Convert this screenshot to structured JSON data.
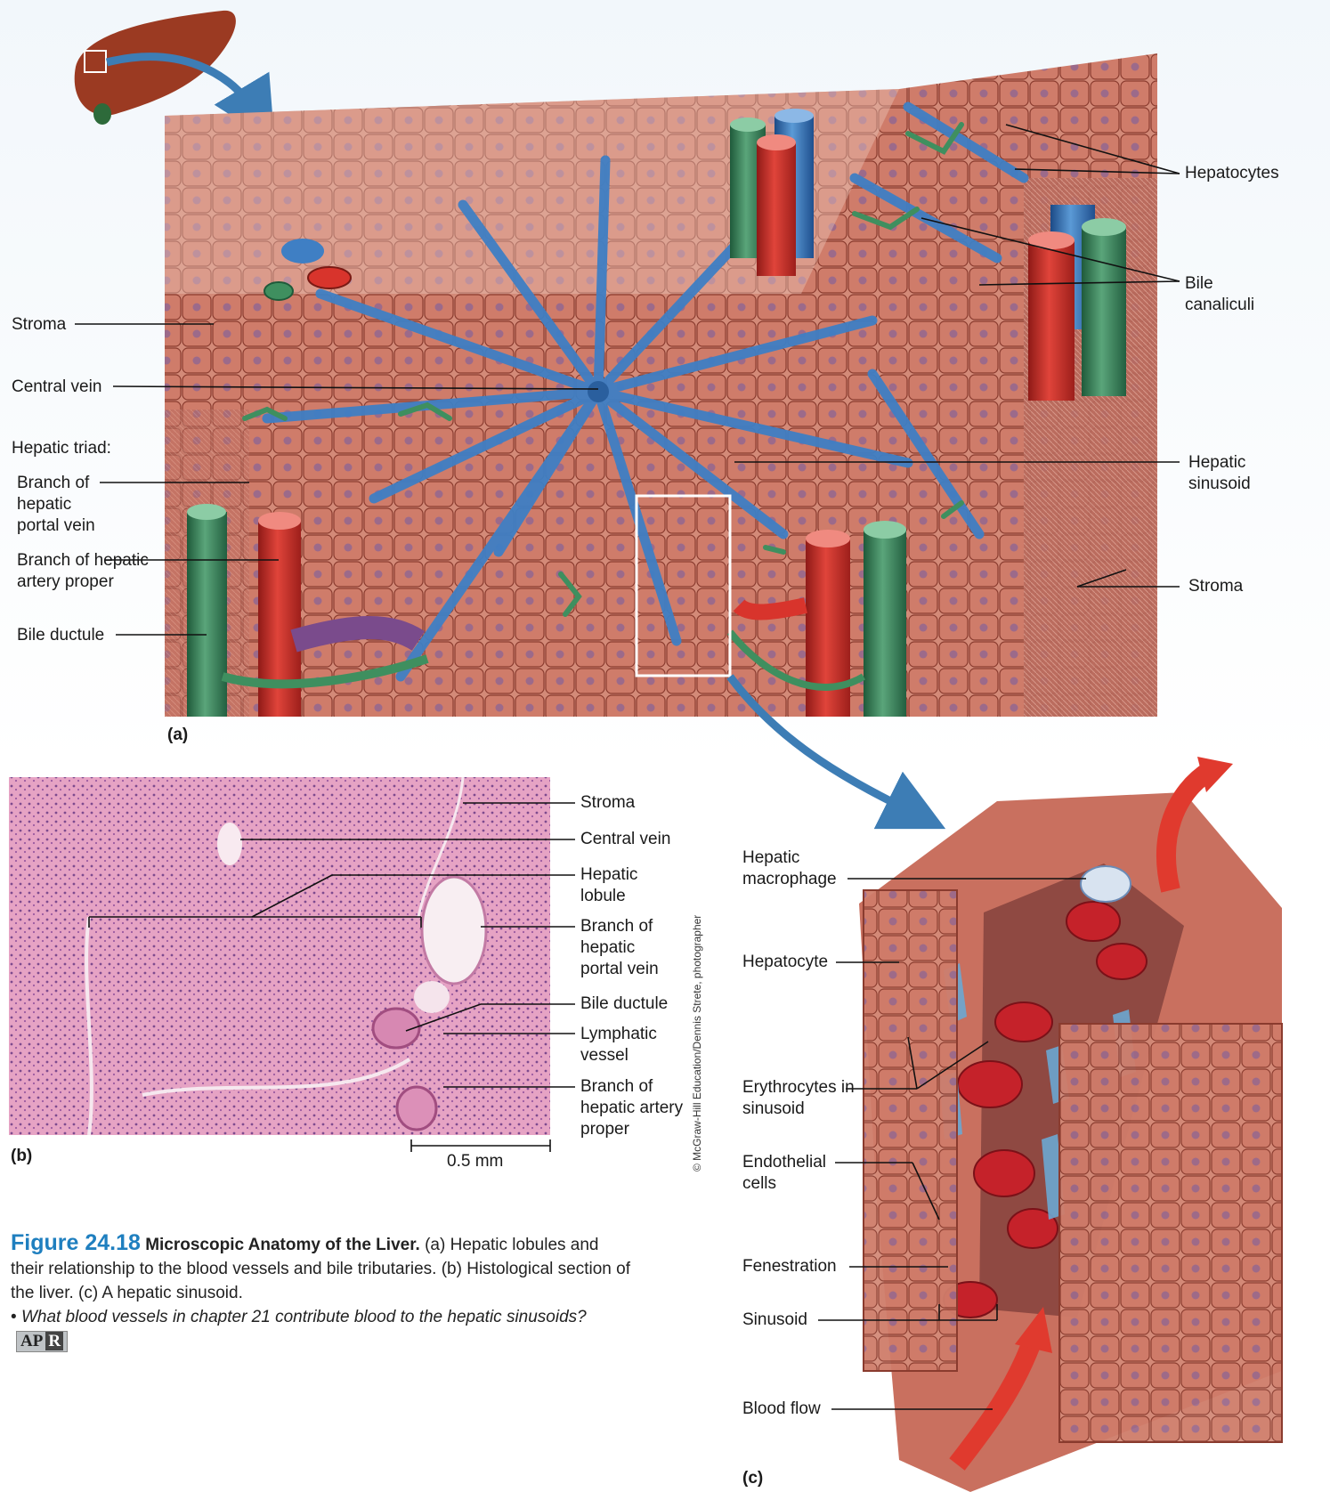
{
  "figure": {
    "number": "Figure 24.18",
    "title": "Microscopic Anatomy of the Liver.",
    "text": "(a) Hepatic lobules and their relationship to the blood vessels and bile tributaries. (b) Histological section of the liver. (c) A hepatic sinusoid.",
    "question_bullet": "•",
    "question": "What blood vessels in chapter 21 contribute blood to the hepatic sinusoids?",
    "badge_left": "AP",
    "badge_right": "R"
  },
  "panel_a": {
    "letter": "(a)",
    "labels": {
      "hepatocytes": "Hepatocytes",
      "bile_canaliculi": "Bile canaliculi",
      "stroma_left": "Stroma",
      "central_vein": "Central vein",
      "hepatic_triad": "Hepatic triad:",
      "branch_portal_vein": "Branch of hepatic portal vein",
      "branch_hepatic_artery": "Branch of hepatic artery proper",
      "bile_ductule": "Bile ductule",
      "hepatic_sinusoid": "Hepatic sinusoid",
      "stroma_right": "Stroma"
    }
  },
  "panel_b": {
    "letter": "(b)",
    "scale_bar": "0.5 mm",
    "credit": "© McGraw-Hill Education/Dennis Strete, photographer",
    "labels": {
      "stroma": "Stroma",
      "central_vein": "Central vein",
      "hepatic_lobule": "Hepatic lobule",
      "branch_portal_vein": "Branch of hepatic portal vein",
      "bile_ductule": "Bile ductule",
      "lymphatic_vessel": "Lymphatic vessel",
      "branch_hepatic_artery": "Branch of hepatic artery proper"
    }
  },
  "panel_c": {
    "letter": "(c)",
    "labels": {
      "hepatic_macrophage": "Hepatic macrophage",
      "hepatocyte": "Hepatocyte",
      "erythrocytes": "Erythrocytes in sinusoid",
      "endothelial_cells": "Endothelial cells",
      "fenestration": "Fenestration",
      "sinusoid": "Sinusoid",
      "blood_flow": "Blood flow"
    }
  },
  "colors": {
    "tissue": "#c9705f",
    "tissue_light": "#e3a08f",
    "vein_blue": "#3f7fc4",
    "artery_red": "#d8342c",
    "bile_green": "#3f8f5f",
    "histology_pink": "#e9a7c6",
    "caption_blue": "#1f7fbf"
  }
}
